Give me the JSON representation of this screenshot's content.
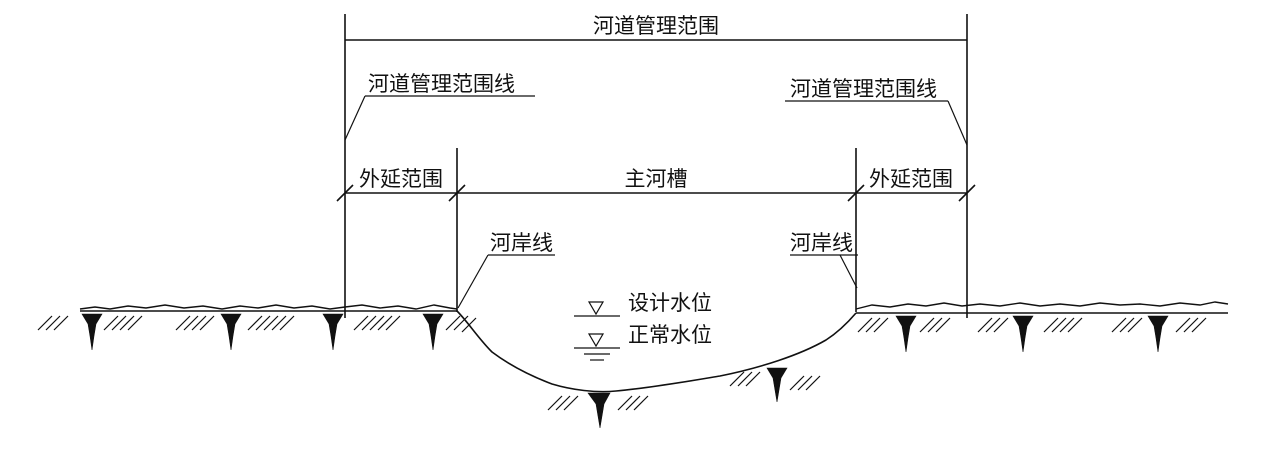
{
  "labels": {
    "management_range": "河道管理范围",
    "management_line_left": "河道管理范围线",
    "management_line_right": "河道管理范围线",
    "extension_left": "外延范围",
    "main_channel": "主河槽",
    "extension_right": "外延范围",
    "bank_line_left": "河岸线",
    "bank_line_right": "河岸线",
    "design_water_level": "设计水位",
    "normal_water_level": "正常水位"
  }
}
